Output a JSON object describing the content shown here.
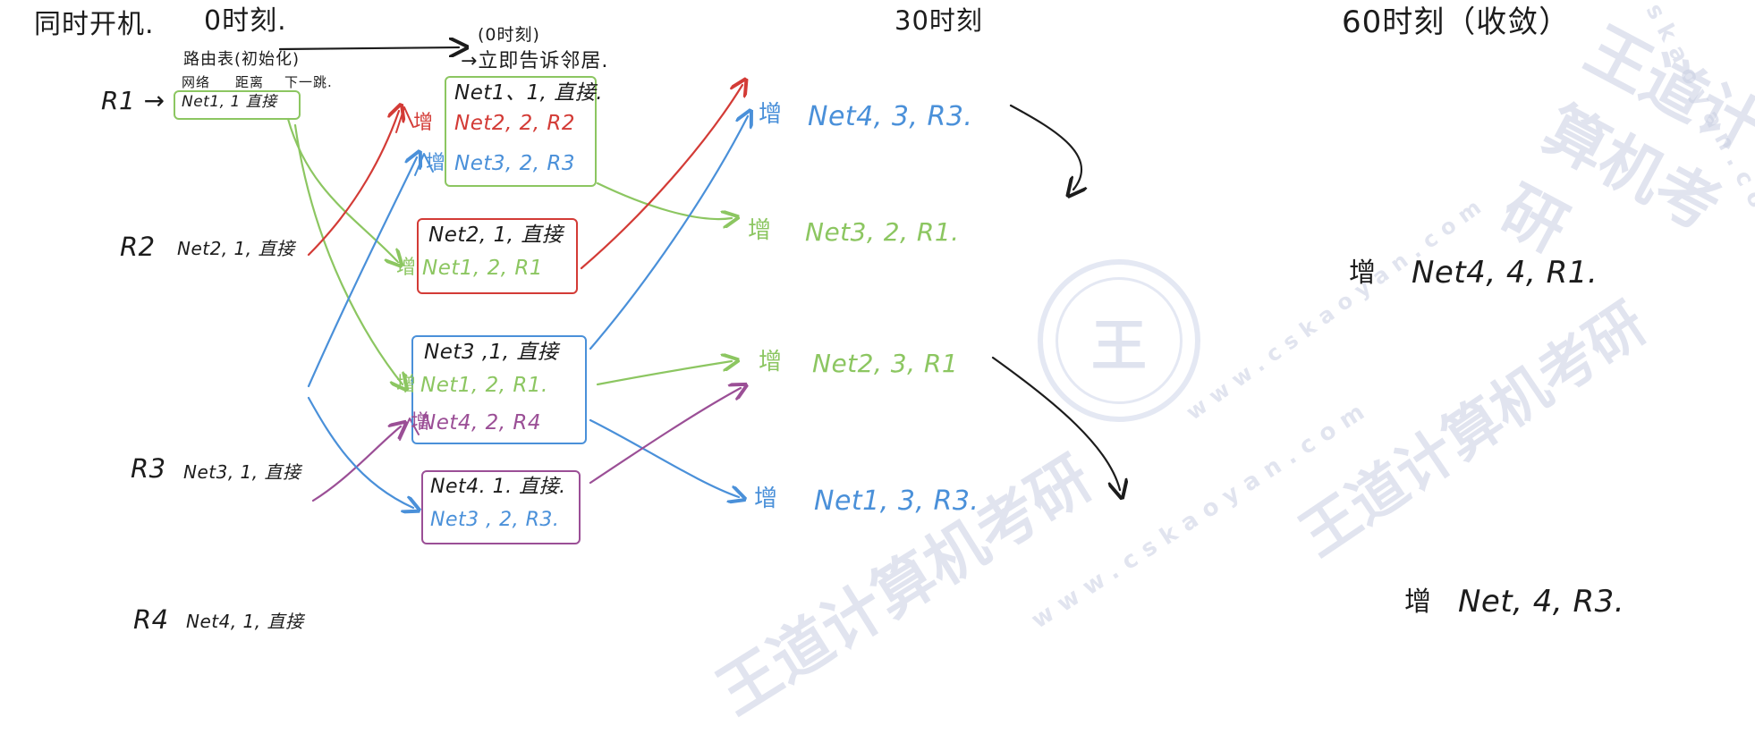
{
  "headers": {
    "simultaneous": "同时开机.",
    "t0": "0时刻.",
    "t0_paren": "(0时刻)",
    "t0_tell": "→立即告诉邻居.",
    "t30": "30时刻",
    "t60": "60时刻（收敛）"
  },
  "routing_table_caption": "路由表(初始化)",
  "column_headers": {
    "network": "网络",
    "distance": "距离",
    "nexthop": "下一跳."
  },
  "routers": [
    {
      "name": "R1 →",
      "initial": "Net1,  1    直接"
    },
    {
      "name": "R2",
      "initial": "Net2, 1, 直接"
    },
    {
      "name": "R3",
      "initial": "Net3, 1, 直接"
    },
    {
      "name": "R4",
      "initial": "Net4, 1, 直接"
    }
  ],
  "add_label": "增",
  "boxes": {
    "r1": {
      "router": "R1",
      "color": "#8cc661",
      "rows": [
        {
          "text": "Net1、1, 直接.",
          "color": "black",
          "added": false
        },
        {
          "text": "Net2, 2, R2",
          "color": "red",
          "added": true
        },
        {
          "text": "Net3, 2, R3",
          "color": "blue",
          "added": true
        }
      ]
    },
    "r2": {
      "router": "R2",
      "color": "#d33b36",
      "rows": [
        {
          "text": "Net2, 1, 直接",
          "color": "black",
          "added": false
        },
        {
          "text": "Net1, 2, R1",
          "color": "green",
          "added": true
        }
      ]
    },
    "r3": {
      "router": "R3",
      "color": "#4a90d9",
      "rows": [
        {
          "text": "Net3 ,1, 直接",
          "color": "black",
          "added": false
        },
        {
          "text": "Net1, 2, R1.",
          "color": "green",
          "added": true
        },
        {
          "text": "Net4, 2, R4",
          "color": "purple",
          "added": true
        }
      ]
    },
    "r4": {
      "router": "R4",
      "color": "#9b4f96",
      "rows": [
        {
          "text": "Net4. 1. 直接.",
          "color": "black",
          "added": false
        },
        {
          "text": "Net3 , 2, R3.",
          "color": "blue",
          "added": true
        }
      ]
    }
  },
  "t30_updates": [
    {
      "text": "Net4, 3, R3.",
      "color": "blue"
    },
    {
      "text": "Net3, 2, R1.",
      "color": "green"
    },
    {
      "text": "Net2, 3, R1",
      "color": "green"
    },
    {
      "text": "Net1, 3, R3.",
      "color": "blue"
    }
  ],
  "t60_updates": [
    {
      "text": "Net4, 4, R1.",
      "color": "black"
    },
    {
      "text": "Net, 4, R3.",
      "color": "black"
    }
  ],
  "watermarks": {
    "site": "www.cskaoyan.com",
    "brand": "王道计算机考研",
    "ring_char": "王"
  }
}
